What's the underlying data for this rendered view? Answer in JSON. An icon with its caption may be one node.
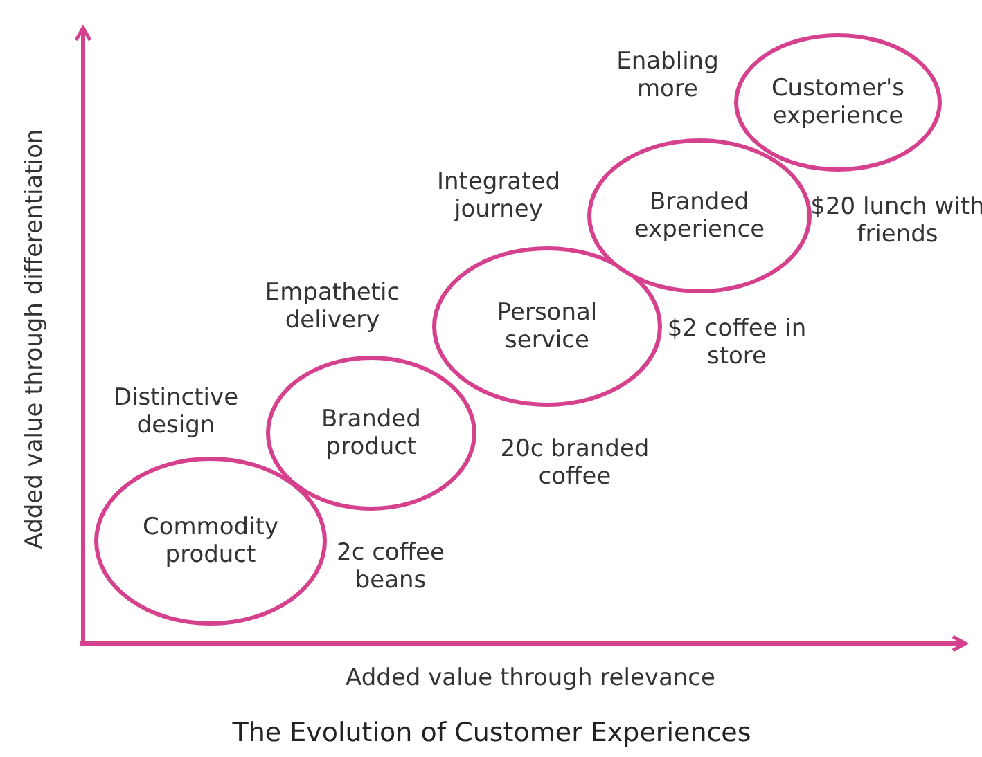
{
  "diagram": {
    "caption": "The Evolution of Customer Experiences",
    "nodes": [
      {
        "text": [
          "Commodity product"
        ],
        "beside": [
          "2c coffee beans"
        ]
      },
      {
        "text": [
          "Branded product"
        ],
        "beside": [
          "20c branded coffee"
        ]
      },
      {
        "text": [
          "Personal service"
        ],
        "beside": [
          "$2 coffee in store"
        ]
      },
      {
        "text": [
          "Branded experience"
        ],
        "beside": [
          "$20 lunch with friends"
        ]
      },
      {
        "text": [
          "Customer's experience"
        ]
      }
    ],
    "edges": [],
    "labels": [
      "Enabling more",
      "Integrated journey",
      "Empathetic delivery",
      "Distinctive design",
      "Added value through differentiation",
      "Added value through relevance"
    ]
  }
}
